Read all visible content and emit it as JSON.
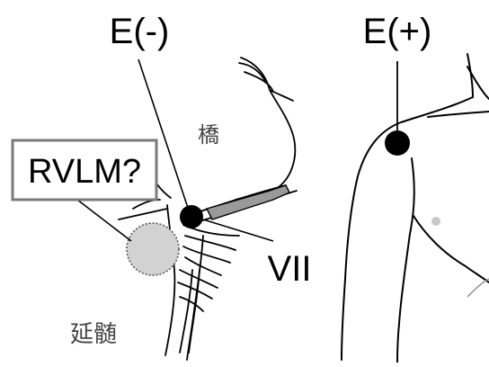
{
  "labels": {
    "electrode_negative": "E(-)",
    "electrode_positive": "E(+)",
    "pons": "橋",
    "medulla": "延髄",
    "rvlm": "RVLM?",
    "facial_nerve": "VII"
  },
  "colors": {
    "ink": "#000000",
    "background": "#ffffff",
    "rvlm_fill": "#d2d2d2",
    "nerve_fill": "#9a9a9a",
    "nipple": "#c8c8c8",
    "label_box_border": "#7a7a7a"
  }
}
